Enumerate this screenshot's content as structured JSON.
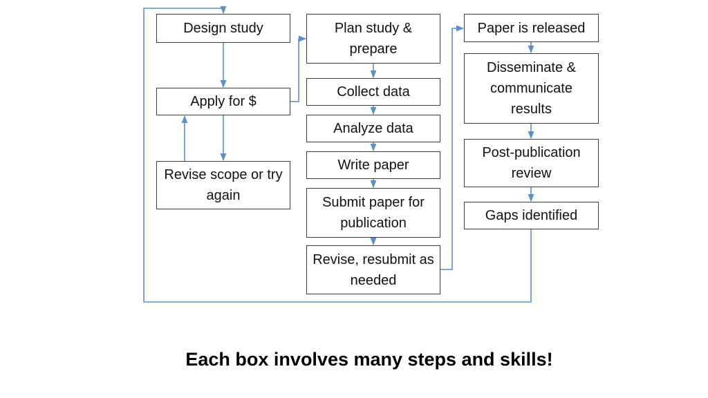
{
  "boxes": {
    "design": "Design study",
    "apply": "Apply for $",
    "revise": "Revise scope or try again",
    "plan": "Plan study & prepare",
    "collect": "Collect data",
    "analyze": "Analyze data",
    "write": "Write paper",
    "submit": "Submit paper for publication",
    "resubmit": "Revise, resubmit as needed",
    "released": "Paper is released",
    "disseminate": "Disseminate & communicate results",
    "postpub": "Post-publication review",
    "gaps": "Gaps identified"
  },
  "caption": "Each box involves many steps and skills!",
  "colors": {
    "connector": "#5b8fc9",
    "box_border": "#3a3a3a",
    "text": "#111111"
  }
}
